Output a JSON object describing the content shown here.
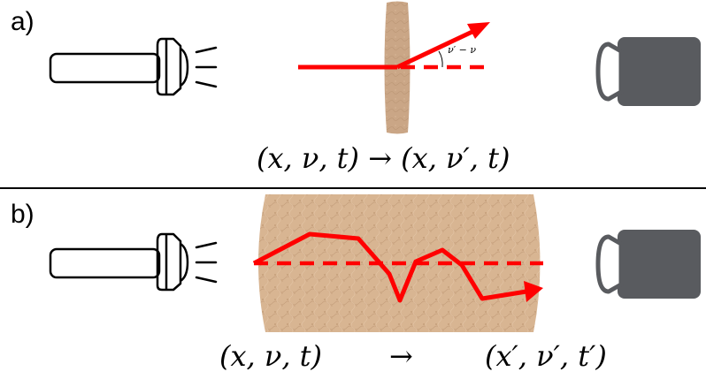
{
  "panel_a": {
    "label": "a)",
    "angle_annotation": "ν′ − ν",
    "equation": "(x, ν, t) → (x, ν′, t)"
  },
  "panel_b": {
    "label": "b)",
    "equation_left": "(x, ν, t)",
    "arrow": "→",
    "equation_right": "(x′, ν′, t′)"
  },
  "colors": {
    "ray": "#ff0000",
    "thin_sample": "#c9a585",
    "tissue": "#d8b592",
    "camera": "#595b5f",
    "divider": "#000000"
  },
  "icons": {
    "light_source": "flashlight-icon",
    "detector": "camera-icon"
  }
}
